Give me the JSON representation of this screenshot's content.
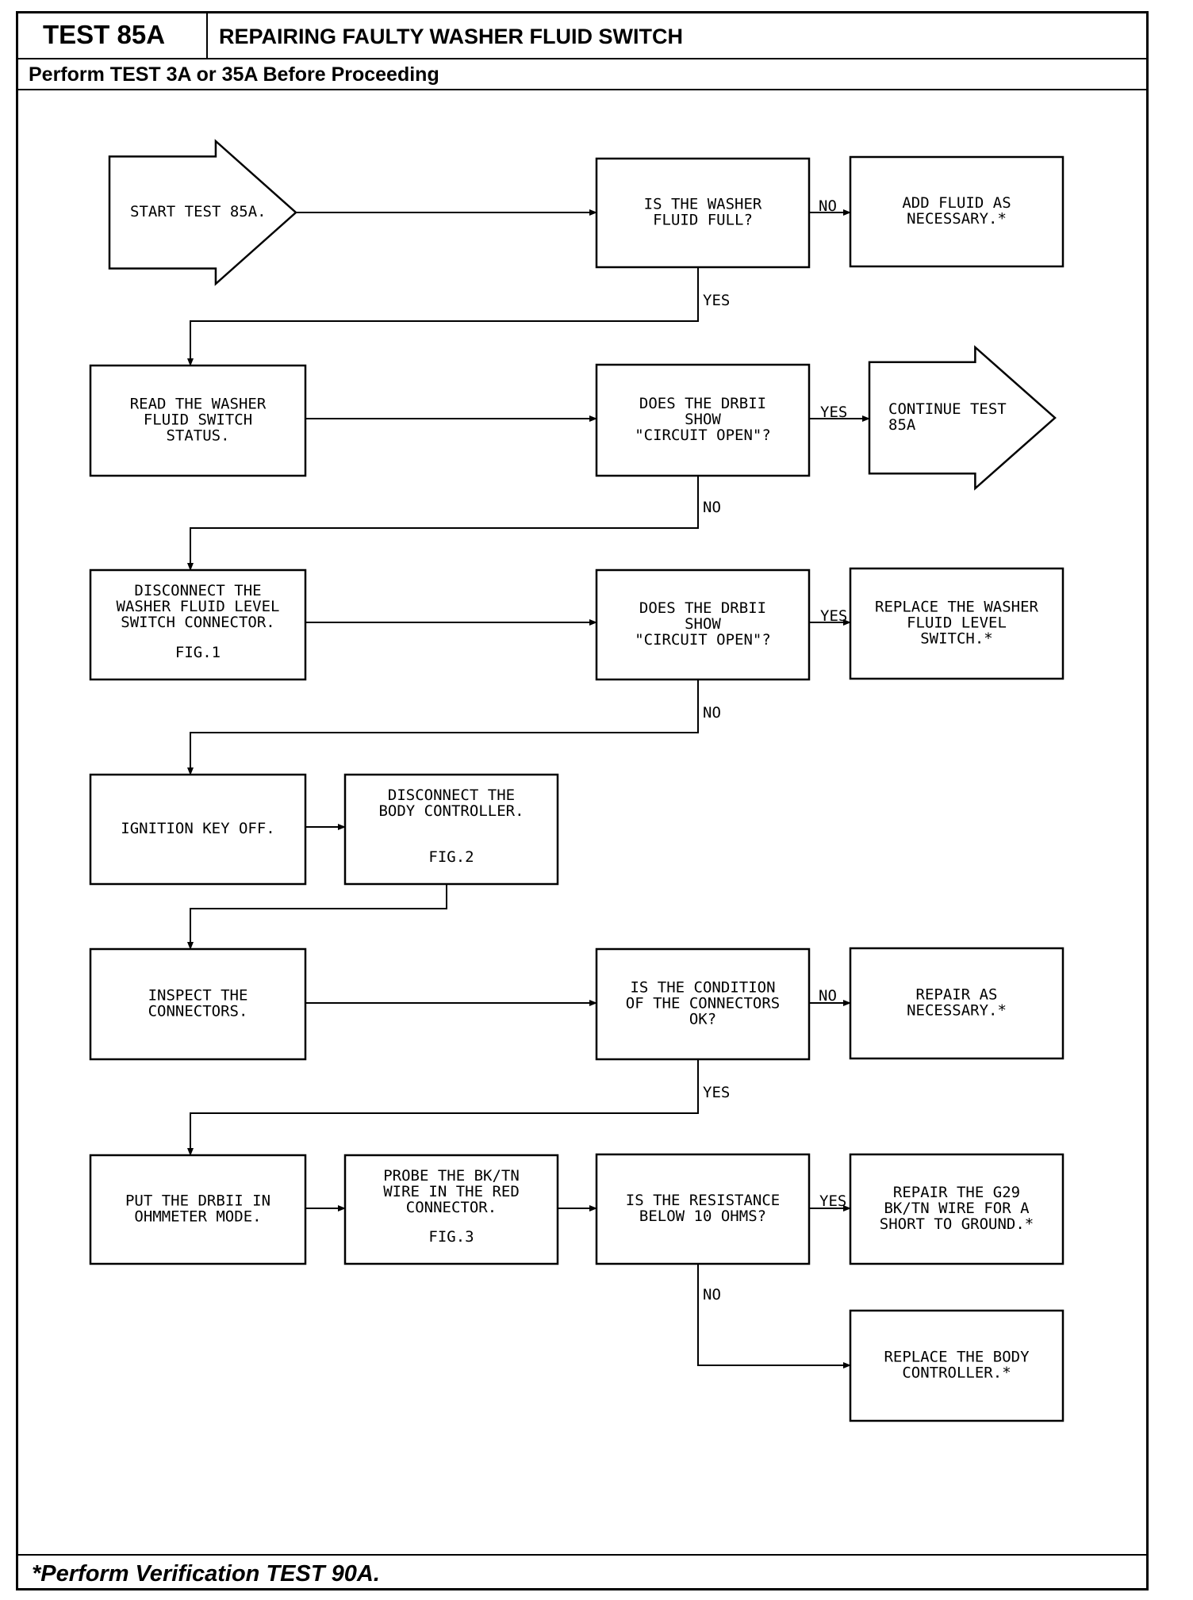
{
  "header": {
    "test_id": "TEST 85A",
    "title": "REPAIRING FAULTY WASHER FLUID SWITCH",
    "prerequisite": "Perform TEST 3A or 35A Before Proceeding"
  },
  "footer": {
    "note": "*Perform Verification TEST 90A."
  },
  "nodes": [
    {
      "id": "start",
      "kind": "arrow",
      "lines": [
        "START TEST 85A."
      ]
    },
    {
      "id": "q_full",
      "kind": "box",
      "lines": [
        "IS THE WASHER",
        "FLUID FULL?"
      ]
    },
    {
      "id": "add_fluid",
      "kind": "box",
      "lines": [
        "ADD FLUID AS",
        "NECESSARY.*"
      ]
    },
    {
      "id": "read_status",
      "kind": "box",
      "lines": [
        "READ THE WASHER",
        "FLUID SWITCH",
        "STATUS."
      ]
    },
    {
      "id": "q_open1",
      "kind": "box",
      "lines": [
        "DOES THE DRBII",
        "SHOW",
        "\"CIRCUIT OPEN\"?"
      ]
    },
    {
      "id": "continue",
      "kind": "arrow",
      "lines": [
        "CONTINUE TEST",
        "85A"
      ]
    },
    {
      "id": "disconnect_switch",
      "kind": "box",
      "lines": [
        "DISCONNECT THE",
        "WASHER FLUID LEVEL",
        "SWITCH CONNECTOR."
      ],
      "fig": "FIG.1"
    },
    {
      "id": "q_open2",
      "kind": "box",
      "lines": [
        "DOES THE DRBII",
        "SHOW",
        "\"CIRCUIT OPEN\"?"
      ]
    },
    {
      "id": "replace_switch",
      "kind": "box",
      "lines": [
        "REPLACE THE WASHER",
        "FLUID LEVEL",
        "SWITCH.*"
      ]
    },
    {
      "id": "key_off",
      "kind": "box",
      "lines": [
        "IGNITION KEY OFF."
      ]
    },
    {
      "id": "disconnect_bc",
      "kind": "box",
      "lines": [
        "DISCONNECT THE",
        "BODY CONTROLLER."
      ],
      "fig": "FIG.2"
    },
    {
      "id": "inspect",
      "kind": "box",
      "lines": [
        "INSPECT THE",
        "CONNECTORS."
      ]
    },
    {
      "id": "q_cond",
      "kind": "box",
      "lines": [
        "IS THE CONDITION",
        "OF THE CONNECTORS",
        "OK?"
      ]
    },
    {
      "id": "repair",
      "kind": "box",
      "lines": [
        "REPAIR AS",
        "NECESSARY.*"
      ]
    },
    {
      "id": "ohm_mode",
      "kind": "box",
      "lines": [
        "PUT THE DRBII IN",
        "OHMMETER MODE."
      ]
    },
    {
      "id": "probe",
      "kind": "box",
      "lines": [
        "PROBE THE BK/TN",
        "WIRE IN THE RED",
        "CONNECTOR."
      ],
      "fig": "FIG.3"
    },
    {
      "id": "q_res",
      "kind": "box",
      "lines": [
        "IS THE RESISTANCE",
        "BELOW 10 OHMS?"
      ]
    },
    {
      "id": "repair_g29",
      "kind": "box",
      "lines": [
        "REPAIR THE G29",
        "BK/TN WIRE FOR A",
        "SHORT TO GROUND.*"
      ]
    },
    {
      "id": "replace_bc",
      "kind": "box",
      "lines": [
        "REPLACE THE BODY",
        "CONTROLLER.*"
      ]
    }
  ],
  "edges": [
    {
      "from": "start",
      "to": "q_full",
      "label": ""
    },
    {
      "from": "q_full",
      "to": "add_fluid",
      "label": "NO"
    },
    {
      "from": "q_full",
      "to": "read_status",
      "label": "YES"
    },
    {
      "from": "read_status",
      "to": "q_open1",
      "label": ""
    },
    {
      "from": "q_open1",
      "to": "continue",
      "label": "YES"
    },
    {
      "from": "q_open1",
      "to": "disconnect_switch",
      "label": "NO"
    },
    {
      "from": "disconnect_switch",
      "to": "q_open2",
      "label": ""
    },
    {
      "from": "q_open2",
      "to": "replace_switch",
      "label": "YES"
    },
    {
      "from": "q_open2",
      "to": "key_off",
      "label": "NO"
    },
    {
      "from": "key_off",
      "to": "disconnect_bc",
      "label": ""
    },
    {
      "from": "disconnect_bc",
      "to": "inspect",
      "label": ""
    },
    {
      "from": "inspect",
      "to": "q_cond",
      "label": ""
    },
    {
      "from": "q_cond",
      "to": "repair",
      "label": "NO"
    },
    {
      "from": "q_cond",
      "to": "ohm_mode",
      "label": "YES"
    },
    {
      "from": "ohm_mode",
      "to": "probe",
      "label": ""
    },
    {
      "from": "probe",
      "to": "q_res",
      "label": ""
    },
    {
      "from": "q_res",
      "to": "repair_g29",
      "label": "YES"
    },
    {
      "from": "q_res",
      "to": "replace_bc",
      "label": "NO"
    }
  ]
}
